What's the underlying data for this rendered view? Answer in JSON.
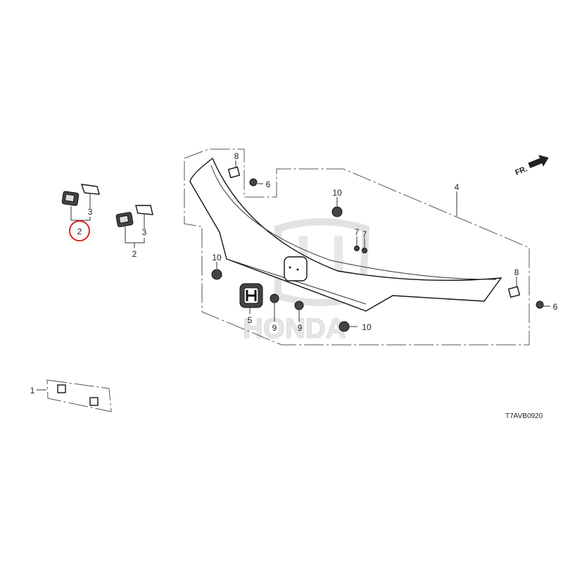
{
  "diagram": {
    "watermark": "HONDA",
    "diagram_code": "T7AVB0920",
    "direction_label": "FR.",
    "highlight_color": "#d9241c",
    "labels": {
      "left_lamp_ref": "2",
      "left_gasket_ref": "3",
      "right_lamp_ref": "2",
      "right_gasket_ref": "3",
      "garnish_ref": "4",
      "emblem_ref": "5",
      "clip_top_ref": "6",
      "clip_right_ref": "6",
      "grommet_a_ref": "7",
      "grommet_b_ref": "7",
      "nut_top_ref": "8",
      "nut_right_ref": "8",
      "fastener_a_ref": "9",
      "fastener_b_ref": "9",
      "clip10_top_ref": "10",
      "clip10_left_ref": "10",
      "clip10_bottom_ref": "10",
      "pad_ref": "1"
    }
  }
}
